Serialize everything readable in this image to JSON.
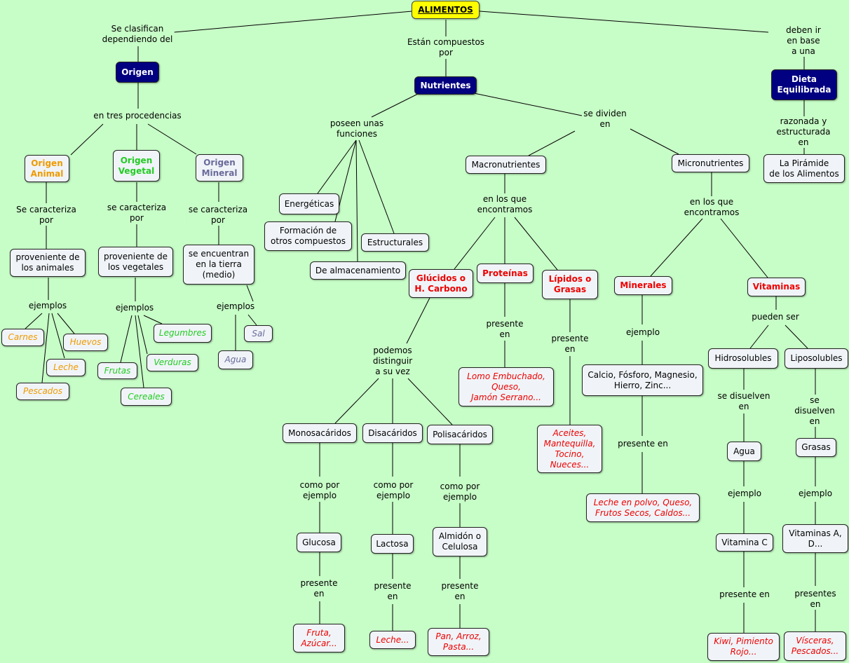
{
  "nodes": {
    "alimentos": "ALIMENTOS",
    "origen": "Origen",
    "nutrientes": "Nutrientes",
    "dieta": "Dieta\nEquilibrada",
    "origen_animal": "Origen\nAnimal",
    "origen_vegetal": "Origen\nVegetal",
    "origen_mineral": "Origen\nMineral",
    "prov_animales": "proveniente de\nlos animales",
    "prov_vegetales": "proveniente de\nlos vegetales",
    "tierra": "se encuentran\nen la tierra\n(medio)",
    "carnes": "Carnes",
    "huevos": "Huevos",
    "leche_a": "Leche",
    "pescados": "Pescados",
    "legumbres": "Legumbres",
    "verduras": "Verduras",
    "frutas": "Frutas",
    "cereales": "Cereales",
    "sal": "Sal",
    "agua_m": "Agua",
    "energeticas": "Energéticas",
    "formacion": "Formación de\notros compuestos",
    "estructurales": "Estructurales",
    "almacenamiento": "De almacenamiento",
    "macro": "Macronutrientes",
    "micro": "Micronutrientes",
    "glucidos": "Glúcidos o\nH. Carbono",
    "proteinas": "Proteínas",
    "lipidos": "Lípidos o\nGrasas",
    "minerales": "Minerales",
    "vitaminas": "Vitaminas",
    "mono": "Monosacáridos",
    "di": "Disacáridos",
    "poli": "Polisacáridos",
    "glucosa": "Glucosa",
    "lactosa": "Lactosa",
    "almidon": "Almidón o\nCelulosa",
    "fruta": "Fruta,\nAzúcar...",
    "leche_l": "Leche...",
    "pan": "Pan, Arroz,\nPasta...",
    "lomo": "Lomo Embuchado,\nQueso,\nJamón Serrano...",
    "aceites": "Aceites,\nMantequilla,\nTocino,\nNueces...",
    "calcio": "Calcio, Fósforo, Magnesio,\nHierro, Zinc...",
    "leche_polvo": "Leche en polvo, Queso,\nFrutos Secos, Caldos...",
    "hidro": "Hidrosolubles",
    "lipo": "Liposolubles",
    "agua_v": "Agua",
    "grasas": "Grasas",
    "vit_c": "Vitamina C",
    "vit_ad": "Vitaminas A,\nD...",
    "kiwi": "Kiwi, Pimiento\nRojo...",
    "visceras": "Vísceras,\nPescados...",
    "piramide": "La Pirámide\nde los Alimentos"
  },
  "labels": {
    "clasifican": "Se clasifican\ndependiendo del",
    "compuestos": "Están compuestos\npor",
    "deben": "deben ir en base\na una",
    "tres": "en tres procedencias",
    "caract_a": "Se caracteriza\npor",
    "caract_v": "se caracteriza\npor",
    "caract_m": "se caracteriza\npor",
    "ejemplos_a": "ejemplos",
    "ejemplos_v": "ejemplos",
    "ejemplos_m": "ejemplos",
    "funciones": "poseen unas\nfunciones",
    "dividen": "se dividen\nen",
    "razonada": "razonada y\nestructurada en",
    "encontramos_1": "en los que\nencontramos",
    "encontramos_2": "en los que\nencontramos",
    "distinguir": "podemos\ndistinguir\na su vez",
    "presente_p": "presente\nen",
    "presente_l": "presente\nen",
    "ejemplo_min": "ejemplo",
    "presente_min": "presente en",
    "pueden": "pueden ser",
    "disuelven_h": "se disuelven\nen",
    "disuelven_l": "se disuelven\nen",
    "ejemplo_h": "ejemplo",
    "ejemplo_l": "ejemplo",
    "presente_c": "presente en",
    "presentes_ad": "presentes en",
    "comopor_1": "como por\nejemplo",
    "comopor_2": "como por\nejemplo",
    "comopor_3": "como por\nejemplo",
    "presente_g": "presente\nen",
    "presente_d": "presente\nen",
    "presente_po": "presente\nen"
  }
}
